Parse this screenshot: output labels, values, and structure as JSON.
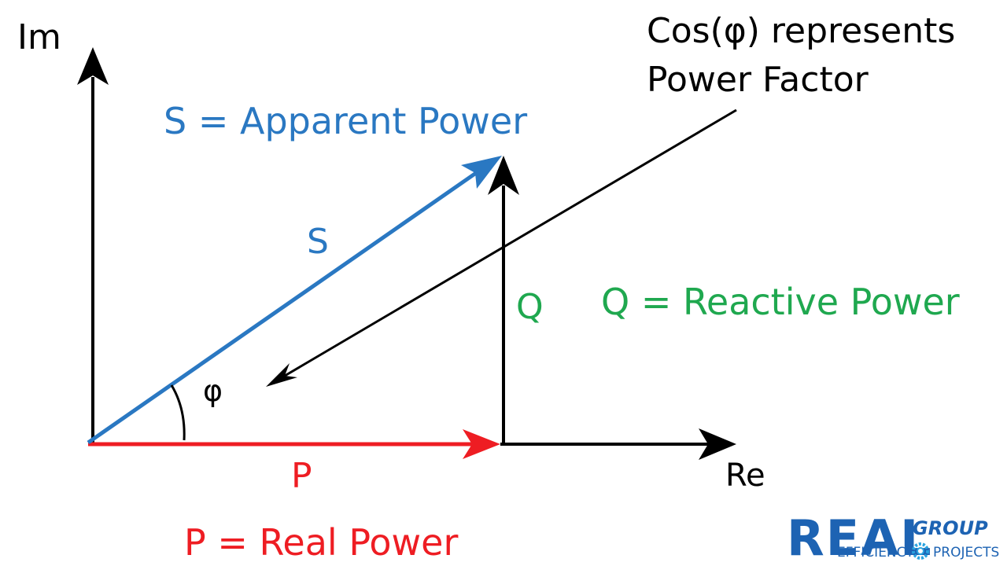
{
  "axes": {
    "im_label": "Im",
    "re_label": "Re"
  },
  "vectors": {
    "s_label": "S",
    "q_label": "Q",
    "p_label": "P",
    "phi_label": "φ"
  },
  "legend": {
    "apparent": "S = Apparent Power",
    "reactive": "Q = Reactive Power",
    "real": "P = Real Power"
  },
  "note": {
    "line1": "Cos(φ) represents",
    "line2": "Power Factor"
  },
  "logo": {
    "word": "REAL",
    "group": "GROUP",
    "tagline_left": "EFFICIENCY",
    "tagline_right": "PROJECTS",
    "icon": "gear-icon"
  },
  "colors": {
    "apparent": "#2a78c2",
    "reactive": "#1fa84f",
    "real": "#ee1d23",
    "axis": "#000000",
    "logo_blue": "#1d63b3"
  }
}
